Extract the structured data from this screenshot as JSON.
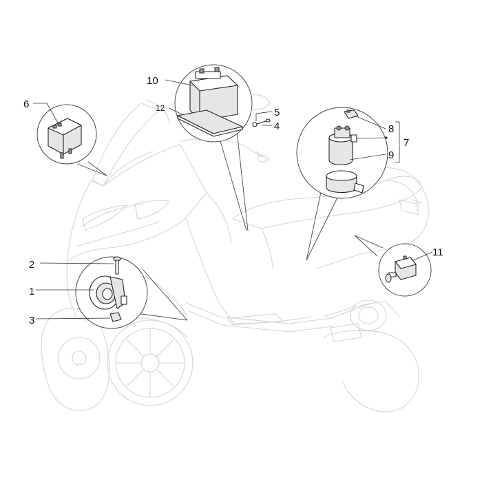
{
  "diagram": {
    "callouts": [
      {
        "id": "1",
        "label": "1"
      },
      {
        "id": "2",
        "label": "2"
      },
      {
        "id": "3",
        "label": "3"
      },
      {
        "id": "4",
        "label": "4"
      },
      {
        "id": "5",
        "label": "5"
      },
      {
        "id": "6",
        "label": "6"
      },
      {
        "id": "7",
        "label": "7"
      },
      {
        "id": "8",
        "label": "8"
      },
      {
        "id": "9",
        "label": "9"
      },
      {
        "id": "10",
        "label": "10"
      },
      {
        "id": "11",
        "label": "11"
      },
      {
        "id": "12",
        "label": "12"
      }
    ],
    "colors": {
      "outline": "#d3d3d3",
      "part": "#222222",
      "text": "#111111"
    }
  }
}
